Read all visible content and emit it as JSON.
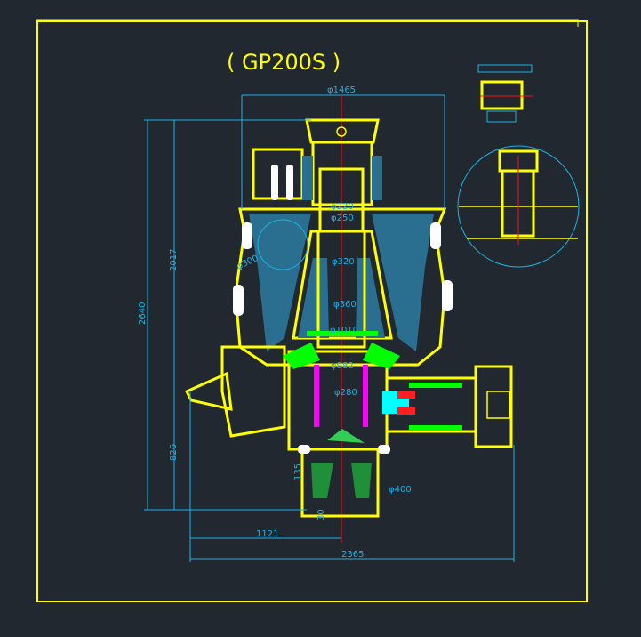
{
  "title": "( GP200S )",
  "colors": {
    "background": "#212830",
    "outline": "#ffff00",
    "dimension": "#19b4e8",
    "centerline": "#ff1010",
    "highlight_green": "#00ff00",
    "highlight_magenta": "#ff00ff",
    "highlight_cyan": "#00ffff"
  },
  "dimensions": {
    "d1465": "φ1465",
    "d220": "φ220",
    "d250": "φ250",
    "d300": "φ300",
    "d320": "φ320",
    "d360": "φ360",
    "d1010": "φ1010",
    "d982": "φ982",
    "d280": "φ280",
    "d400": "φ400",
    "h2017": "2017",
    "h2640": "2640",
    "h826": "826",
    "h135": "135",
    "h30": "30",
    "w1121": "1121",
    "w2365": "2365"
  }
}
